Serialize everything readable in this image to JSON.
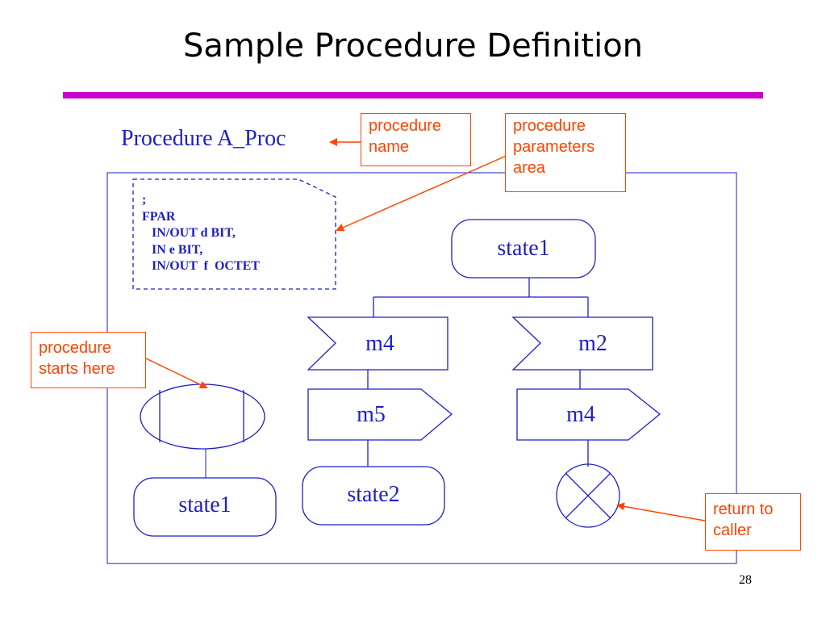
{
  "slide": {
    "title": "Sample Procedure Definition",
    "page_number": "28",
    "accent_color": "#cc00cc"
  },
  "procedure": {
    "header": "Procedure A_Proc",
    "parameters_text": ";\nFPAR\n   IN/OUT d BIT,\n   IN e BIT,\n   IN/OUT  f  OCTET",
    "line_color": "#1e1ec8"
  },
  "callouts": {
    "procedure_name": "procedure\nname",
    "parameters_area": "procedure\nparameters\narea",
    "starts_here": "procedure\nstarts here",
    "return_to_caller": "return to\ncaller",
    "color": "#ff4400"
  },
  "diagram": {
    "bottom_left_state": "state1",
    "top_state": "state1",
    "left_branch": {
      "input": "m4",
      "output": "m5",
      "state": "state2"
    },
    "right_branch": {
      "input": "m2",
      "output": "m4"
    }
  }
}
